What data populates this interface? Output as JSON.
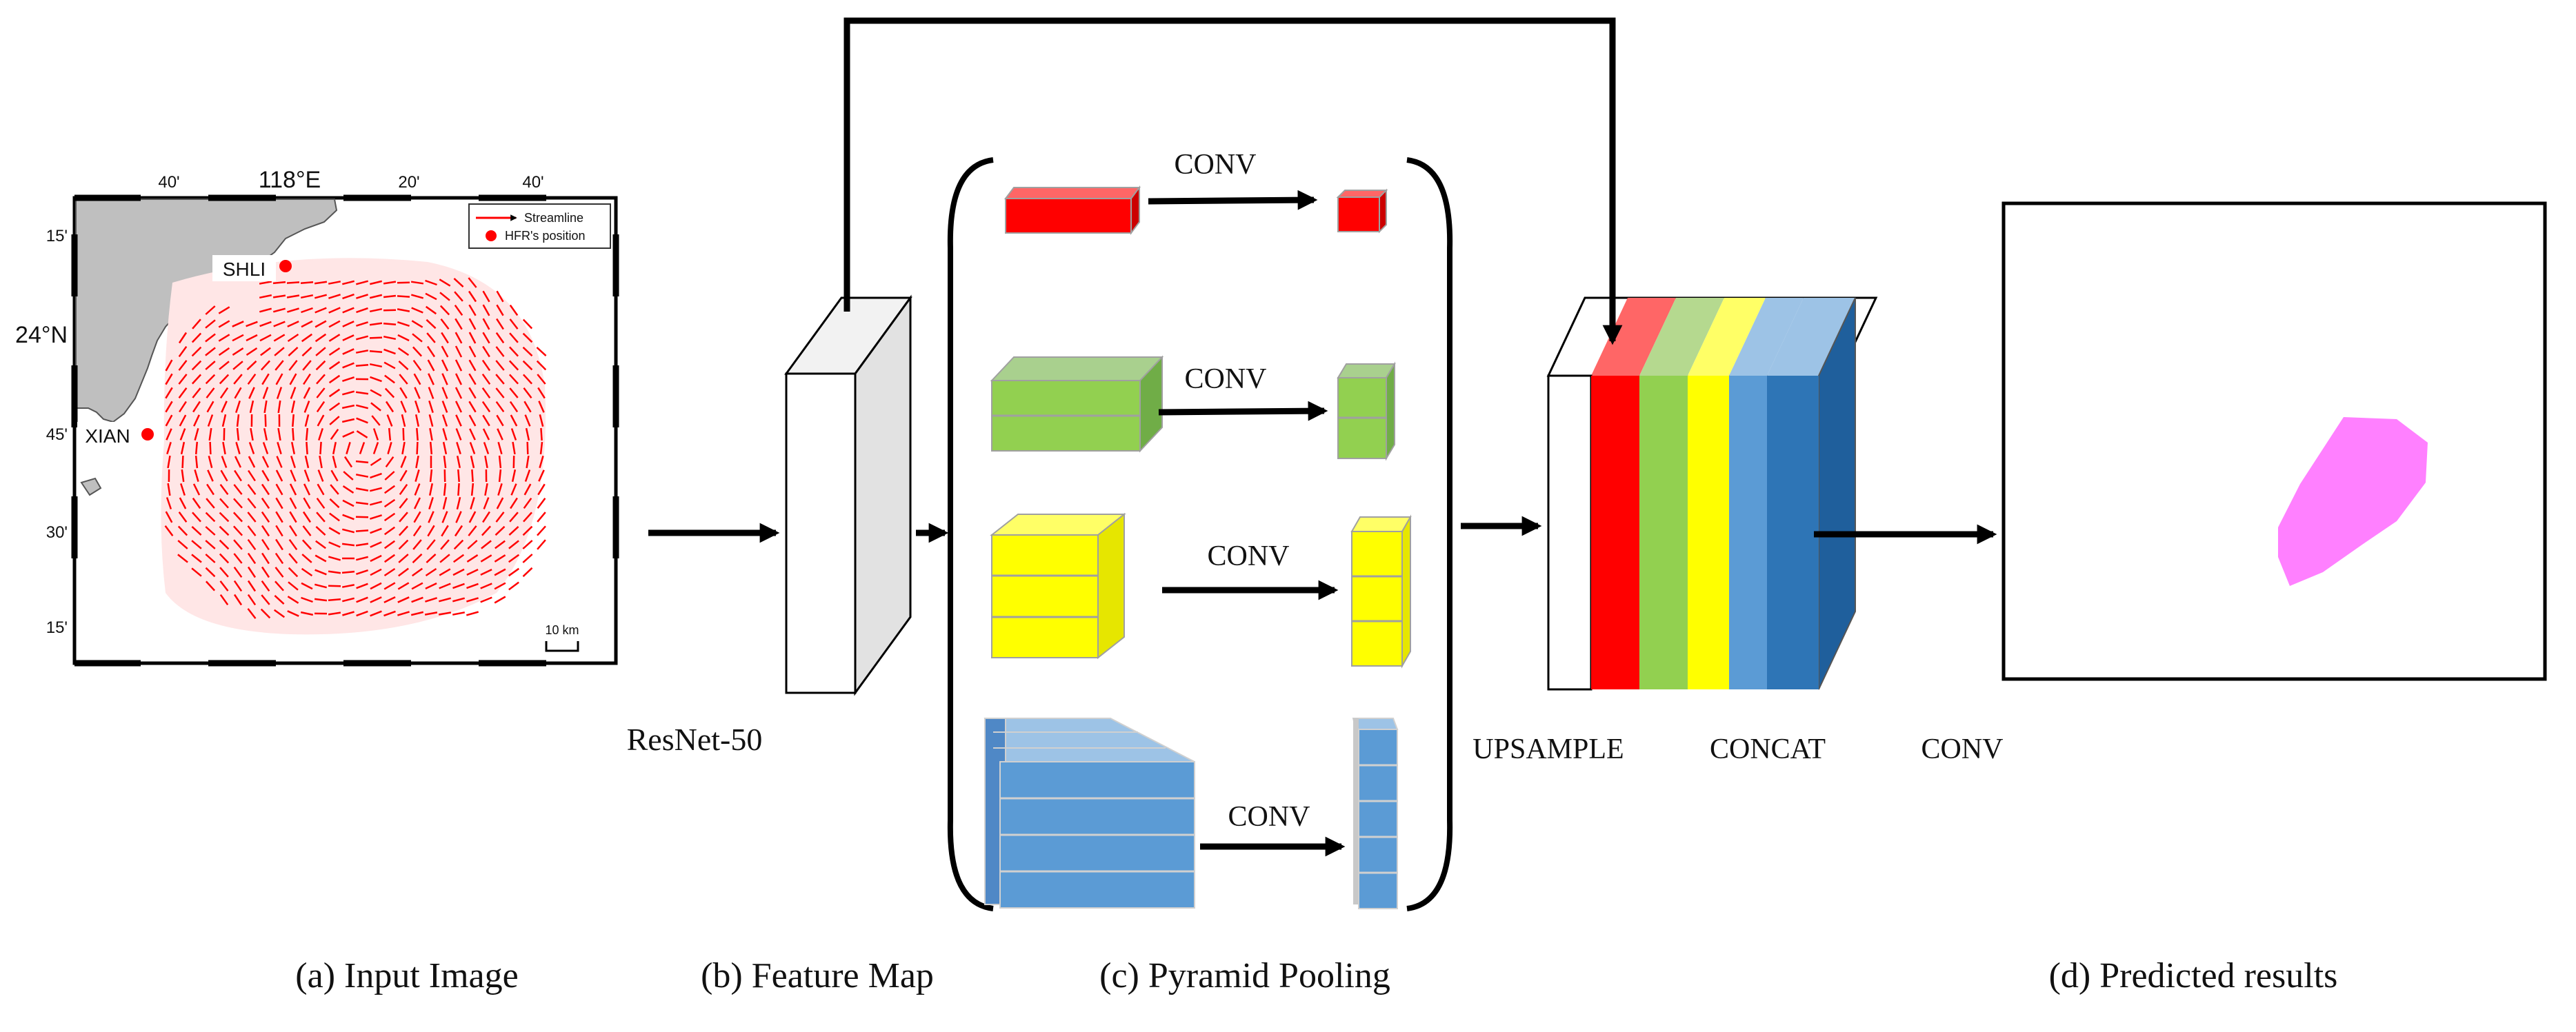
{
  "input_map": {
    "lon_ticks": [
      "40'",
      "118°E",
      "20'",
      "40'"
    ],
    "lat_ticks": [
      "15'",
      "24°N",
      "45'",
      "30'",
      "15'"
    ],
    "stations": [
      "SHLI",
      "XIAN"
    ],
    "legend": {
      "streamline": "Streamline",
      "hfr": "HFR's position"
    },
    "scale_label": "10 km"
  },
  "labels": {
    "backbone": "ResNet-50",
    "conv": "CONV",
    "upsample": "UPSAMPLE",
    "concat": "CONCAT",
    "final_conv": "CONV"
  },
  "captions": {
    "input": "(a) Input Image",
    "feature": "(b) Feature Map",
    "pyramid": "(c) Pyramid Pooling",
    "predicted": "(d) Predicted results"
  },
  "colors": {
    "red": "#ff0000",
    "green": "#92d050",
    "yellow": "#ffff00",
    "blue": "#5b9bd5",
    "dark_blue": "#2e75b6",
    "prediction": "#ff80ff",
    "land": "#bfbfbf"
  }
}
